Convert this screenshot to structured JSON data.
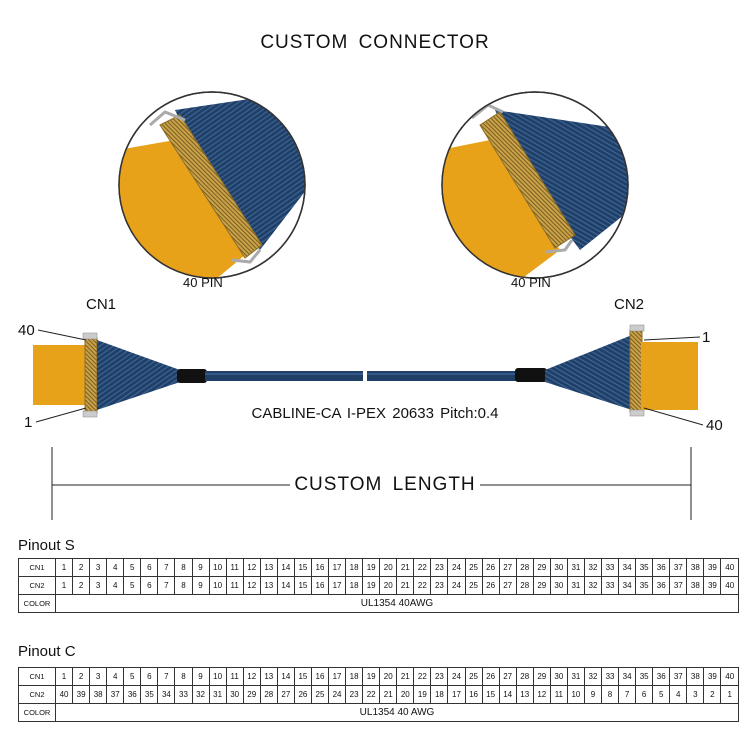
{
  "title": "CUSTOM CONNECTOR",
  "zoom_left_label": "40 PIN",
  "zoom_right_label": "40 PIN",
  "cn1_label": "CN1",
  "cn2_label": "CN2",
  "cn1_top_pin": "40",
  "cn1_bottom_pin": "1",
  "cn2_top_pin": "1",
  "cn2_bottom_pin": "40",
  "caption": "CABLINE-CA  I-PEX 20633  Pitch:0.4",
  "length_label": "CUSTOM  LENGTH",
  "colors": {
    "tape": "#e8a21a",
    "wire": "#1f3f66",
    "gold": "#c9a24a"
  },
  "pinouts": [
    {
      "title": "Pinout S",
      "cn1_label": "CN1",
      "cn2_label": "CN2",
      "color_label": "COLOR",
      "cn1": [
        "1",
        "2",
        "3",
        "4",
        "5",
        "6",
        "7",
        "8",
        "9",
        "10",
        "11",
        "12",
        "13",
        "14",
        "15",
        "16",
        "17",
        "18",
        "19",
        "20",
        "21",
        "22",
        "23",
        "24",
        "25",
        "26",
        "27",
        "28",
        "29",
        "30",
        "31",
        "32",
        "33",
        "34",
        "35",
        "36",
        "37",
        "38",
        "39",
        "40"
      ],
      "cn2": [
        "1",
        "2",
        "3",
        "4",
        "5",
        "6",
        "7",
        "8",
        "9",
        "10",
        "11",
        "12",
        "13",
        "14",
        "15",
        "16",
        "17",
        "18",
        "19",
        "20",
        "21",
        "22",
        "23",
        "24",
        "25",
        "26",
        "27",
        "28",
        "29",
        "30",
        "31",
        "32",
        "33",
        "34",
        "35",
        "36",
        "37",
        "38",
        "39",
        "40"
      ],
      "color_value": "UL1354  40AWG"
    },
    {
      "title": "Pinout C",
      "cn1_label": "CN1",
      "cn2_label": "CN2",
      "color_label": "COLOR",
      "cn1": [
        "1",
        "2",
        "3",
        "4",
        "5",
        "6",
        "7",
        "8",
        "9",
        "10",
        "11",
        "12",
        "13",
        "14",
        "15",
        "16",
        "17",
        "18",
        "19",
        "20",
        "21",
        "22",
        "23",
        "24",
        "25",
        "26",
        "27",
        "28",
        "29",
        "30",
        "31",
        "32",
        "33",
        "34",
        "35",
        "36",
        "37",
        "38",
        "39",
        "40"
      ],
      "cn2": [
        "40",
        "39",
        "38",
        "37",
        "36",
        "35",
        "34",
        "33",
        "32",
        "31",
        "30",
        "29",
        "28",
        "27",
        "26",
        "25",
        "24",
        "23",
        "22",
        "21",
        "20",
        "19",
        "18",
        "17",
        "16",
        "15",
        "14",
        "13",
        "12",
        "11",
        "10",
        "9",
        "8",
        "7",
        "6",
        "5",
        "4",
        "3",
        "2",
        "1"
      ],
      "color_value": "UL1354  40 AWG"
    }
  ]
}
